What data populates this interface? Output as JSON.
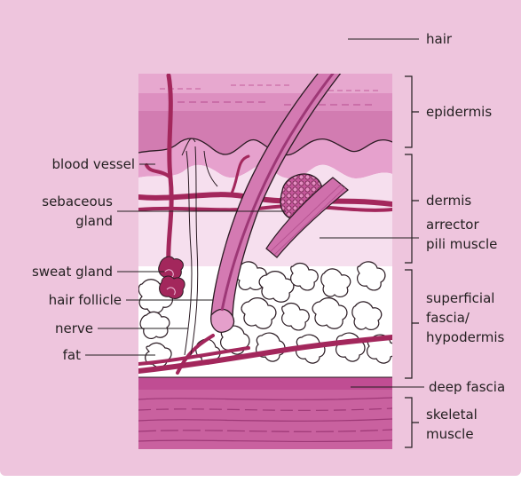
{
  "diagram": {
    "labels": {
      "hair": "hair",
      "epidermis": "epidermis",
      "blood_vessel": "blood vessel",
      "sebaceous_gland_1": "sebaceous",
      "sebaceous_gland_2": "gland",
      "dermis": "dermis",
      "arrector_1": "arrector",
      "arrector_2": "pili muscle",
      "sweat_gland": "sweat gland",
      "hair_follicle": "hair follicle",
      "nerve": "nerve",
      "fat": "fat",
      "superficial_1": "superficial",
      "superficial_2": "fascia/",
      "superficial_3": "hypodermis",
      "deep_fascia": "deep fascia",
      "skeletal_1": "skeletal",
      "skeletal_2": "muscle"
    },
    "colors": {
      "panel_bg": "#eec5dd",
      "stratum_light": "#f3d7e8",
      "stratum_mid": "#d77fb6",
      "stratum_dark": "#c45a9c",
      "dermis": "#f6e0ee",
      "vessel": "#a3275c",
      "outline": "#2a1a22",
      "muscle": "#c8629f"
    }
  }
}
